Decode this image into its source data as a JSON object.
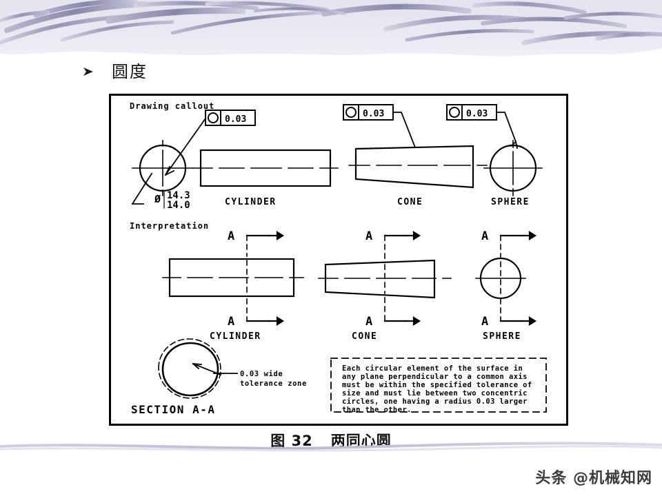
{
  "slide": {
    "heading": "圆度",
    "bullet_icon": "arrow-bullet-icon",
    "caption_figure_number": "图 32",
    "caption_title": "两同心圆",
    "watermark": "头条 @机械知网",
    "colors": {
      "band_light": "#e7e7f1",
      "band_stroke": "#9a9ab8",
      "band_stroke_dark": "#7e7ea2",
      "ink": "#000000",
      "page_background": "#ffffff"
    }
  },
  "figure": {
    "frame_label": "figure-border",
    "rows": [
      {
        "id": "drawing-callout",
        "label": "Drawing callout",
        "items": [
          {
            "name": "circle-feature",
            "shape": "circle",
            "caption": "",
            "feature_control_frame": {
              "symbol": "roundness-circle",
              "tolerance": "0.03"
            },
            "dimension": {
              "symbol": "Ø",
              "upper": "14.3",
              "lower": "14.0"
            }
          },
          {
            "name": "cylinder-feature",
            "shape": "rectangle",
            "caption": "CYLINDER",
            "feature_control_frame": null,
            "dimension": null
          },
          {
            "name": "cone-feature",
            "shape": "tapered-rectangle",
            "caption": "CONE",
            "feature_control_frame": {
              "symbol": "roundness-circle",
              "tolerance": "0.03"
            },
            "dimension": null
          },
          {
            "name": "sphere-feature",
            "shape": "circle",
            "caption": "SPHERE",
            "feature_control_frame": {
              "symbol": "roundness-circle",
              "tolerance": "0.03"
            },
            "dimension": null
          }
        ]
      },
      {
        "id": "interpretation",
        "label": "Interpretation",
        "items": [
          {
            "name": "cylinder-interpretation",
            "shape": "rectangle",
            "caption": "CYLINDER",
            "section_marks": [
              "A",
              "A"
            ]
          },
          {
            "name": "cone-interpretation",
            "shape": "tapered-rectangle",
            "caption": "CONE",
            "section_marks": [
              "A",
              "A"
            ]
          },
          {
            "name": "sphere-interpretation",
            "shape": "circle",
            "caption": "SPHERE",
            "section_marks": [
              "A",
              "A"
            ]
          }
        ]
      }
    ],
    "section_view": {
      "title": "SECTION A-A",
      "callout_line1": "0.03 wide",
      "callout_line2": "tolerance zone"
    },
    "note": {
      "line1": "Each circular element of the surface in",
      "line2": "any plane perpendicular to a common axis",
      "line3": "must be within the specified tolerance of",
      "line4": "size and must lie between two concentric",
      "line5": "circles, one having a radius 0.03 larger",
      "line6": "than the other."
    }
  }
}
